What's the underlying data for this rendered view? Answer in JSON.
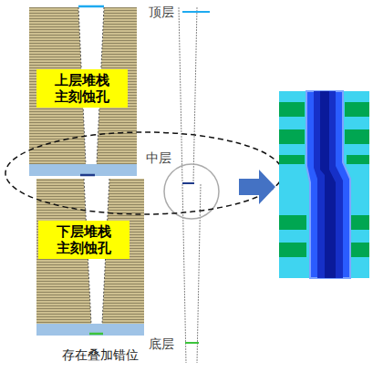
{
  "diagram": {
    "nodes": [
      {
        "text": [
          "上层堆栈 主刻蚀孔"
        ]
      },
      {
        "text": [
          "下层堆栈 主刻蚀孔"
        ]
      }
    ],
    "labels": [
      "顶层",
      "中层",
      "底层",
      "存在叠加错位"
    ]
  }
}
